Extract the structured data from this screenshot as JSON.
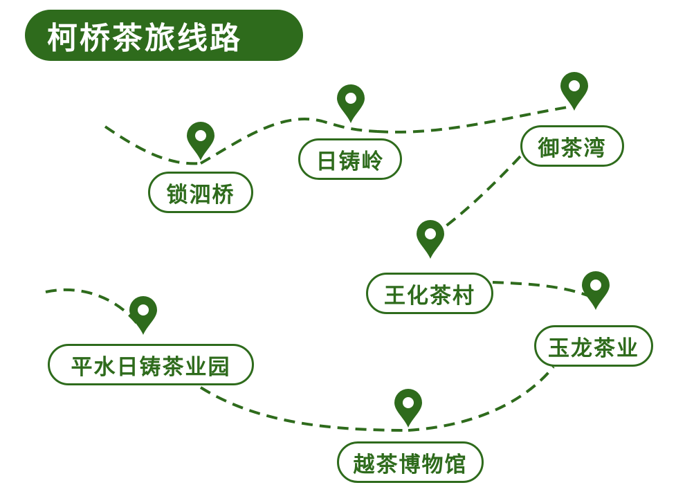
{
  "title": "柯桥茶旅线路",
  "colors": {
    "primary": "#2e6b1c",
    "background": "#ffffff",
    "title_text": "#ffffff"
  },
  "icons": {
    "marker": "map-pin-icon"
  },
  "stops": [
    {
      "key": "suosiqiao",
      "label": "锁泗桥"
    },
    {
      "key": "rizhuling",
      "label": "日铸岭"
    },
    {
      "key": "yuchawan",
      "label": "御茶湾"
    },
    {
      "key": "wanghuacun",
      "label": "王化茶村"
    },
    {
      "key": "yulong",
      "label": "玉龙茶业"
    },
    {
      "key": "pingshui",
      "label": "平水日铸茶业园"
    },
    {
      "key": "yuecha",
      "label": "越茶博物馆"
    }
  ]
}
